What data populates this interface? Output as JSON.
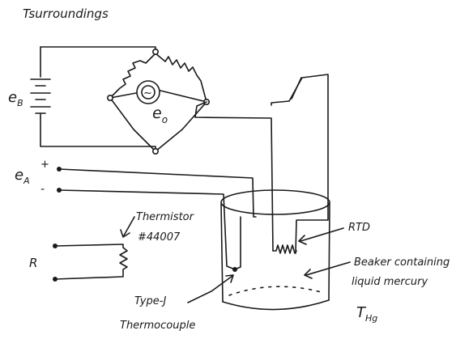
{
  "labels": {
    "t_surroundings": "Tsurroundings",
    "e_b_main": "e",
    "e_b_sub": "B",
    "e_o_main": "e",
    "e_o_sub": "o",
    "e_a_main": "e",
    "e_a_sub": "A",
    "plus": "+",
    "minus": "-",
    "thermistor_line1": "Thermistor",
    "thermistor_line2": "#44007",
    "r_label": "R",
    "rtd": "RTD",
    "beaker_line1": "Beaker containing",
    "beaker_line2": "liquid mercury",
    "t_hg_main": "T",
    "t_hg_sub": "Hg",
    "typej_line1": "Type-J",
    "typej_line2": "Thermocouple",
    "galvanometer_symbol": "~"
  },
  "colors": {
    "ink": "#1a1a1a",
    "background": "#ffffff"
  }
}
